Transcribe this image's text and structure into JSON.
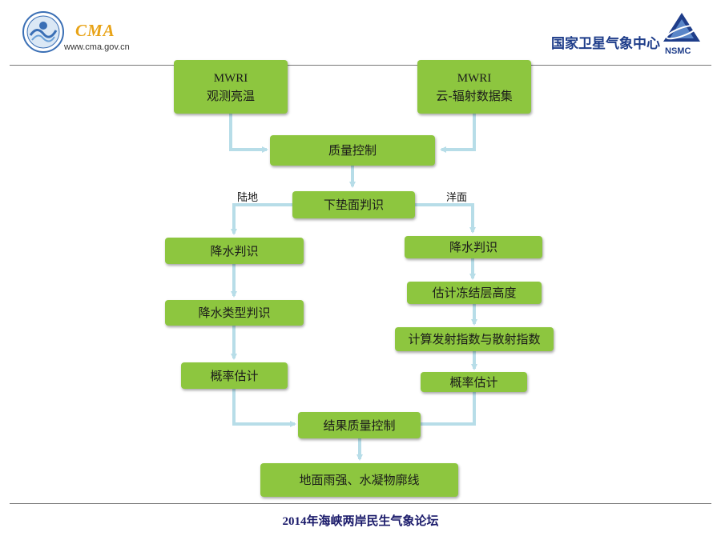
{
  "header": {
    "org_abbr": "CMA",
    "org_url": "www.cma.gov.cn",
    "center_name": "国家卫星气象中心",
    "center_abbr": "NSMC",
    "cma_logo_icon": "cma-emblem-icon",
    "nsmc_logo_icon": "nsmc-satellite-icon"
  },
  "flow": {
    "mwri_obs": {
      "line1": "MWRI",
      "line2": "观测亮温"
    },
    "mwri_cloud": {
      "line1": "MWRI",
      "line2": "云-辐射数据集"
    },
    "quality_control": "质量控制",
    "surface_judge": "下垫面判识",
    "land_label": "陆地",
    "ocean_label": "洋面",
    "land": {
      "precip_judge": "降水判识",
      "precip_type": "降水类型判识",
      "prob_est": "概率估计"
    },
    "ocean": {
      "precip_judge": "降水判识",
      "freeze_height": "估计冻结层高度",
      "emission_index": "计算发射指数与散射指数",
      "prob_est": "概率估计"
    },
    "result_qc": "结果质量控制",
    "output": "地面雨强、水凝物廓线"
  },
  "colors": {
    "box_fill": "#8dc63f",
    "arrow": "#b7dde8",
    "cma_text": "#e8a317",
    "nsmc_blue": "#1e3d8a",
    "footer_text": "#1a1a6a"
  },
  "footer": {
    "title": "2014年海峡两岸民生气象论坛"
  }
}
